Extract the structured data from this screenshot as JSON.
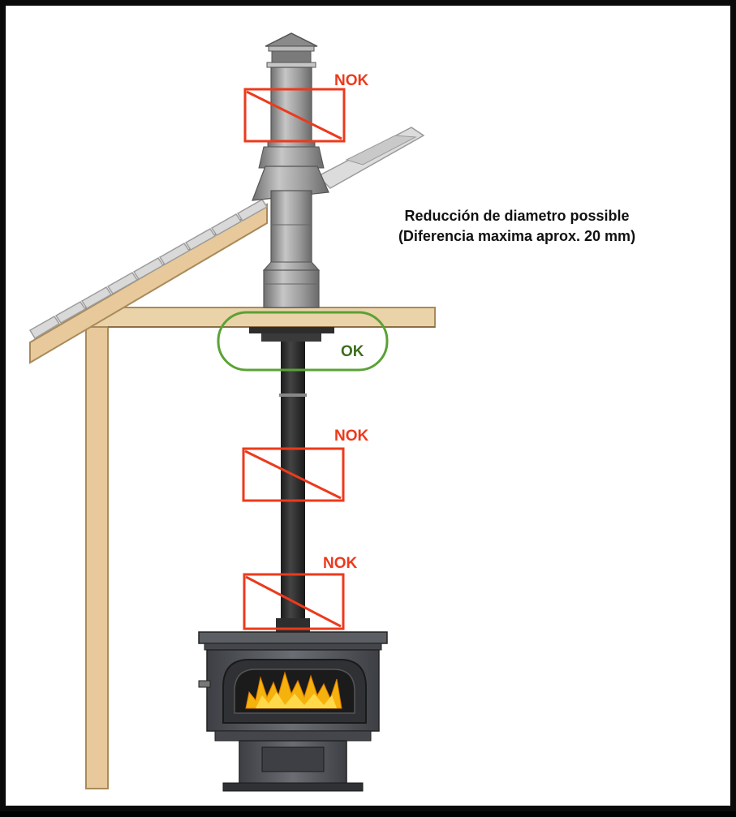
{
  "caption": {
    "line1": "Reducción de diametro possible",
    "line2": "(Diferencia maxima aprox. 20 mm)"
  },
  "markers": [
    {
      "label": "NOK",
      "status": "not-allowed"
    },
    {
      "label": "OK",
      "status": "allowed"
    },
    {
      "label": "NOK",
      "status": "not-allowed"
    },
    {
      "label": "NOK",
      "status": "not-allowed"
    }
  ],
  "colors": {
    "nok": "#ec3a1c",
    "ok": "#5aa235",
    "ok_text": "#3c6e1f",
    "chimney_steel": "#9a9a9a",
    "stove_pipe": "#2a2a2a",
    "wood": "#e7c99b",
    "stove_body": "#55575c",
    "fire": "#f5b20d"
  }
}
